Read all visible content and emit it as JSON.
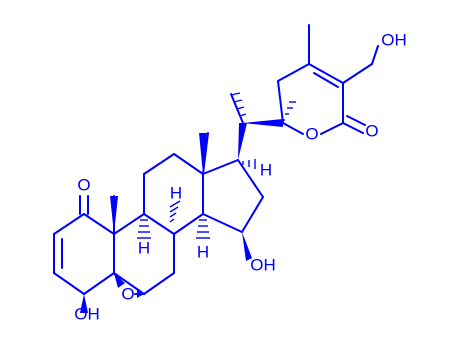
{
  "canvas": {
    "background": "#ffffff"
  },
  "colors": {
    "bond": "#0000ff",
    "label": "#0000ff"
  },
  "labels": {
    "oh_hydroxymethyl": "OH",
    "o_lactone_ring": "O",
    "o_carbonyl_lactone": "O",
    "h_c17": "H",
    "o_ketone": "O",
    "h_c8": "H",
    "h_c9": "H",
    "h_c14": "H",
    "oh_c15": "OH",
    "o_epoxide": "O",
    "oh_c4": "OH"
  }
}
